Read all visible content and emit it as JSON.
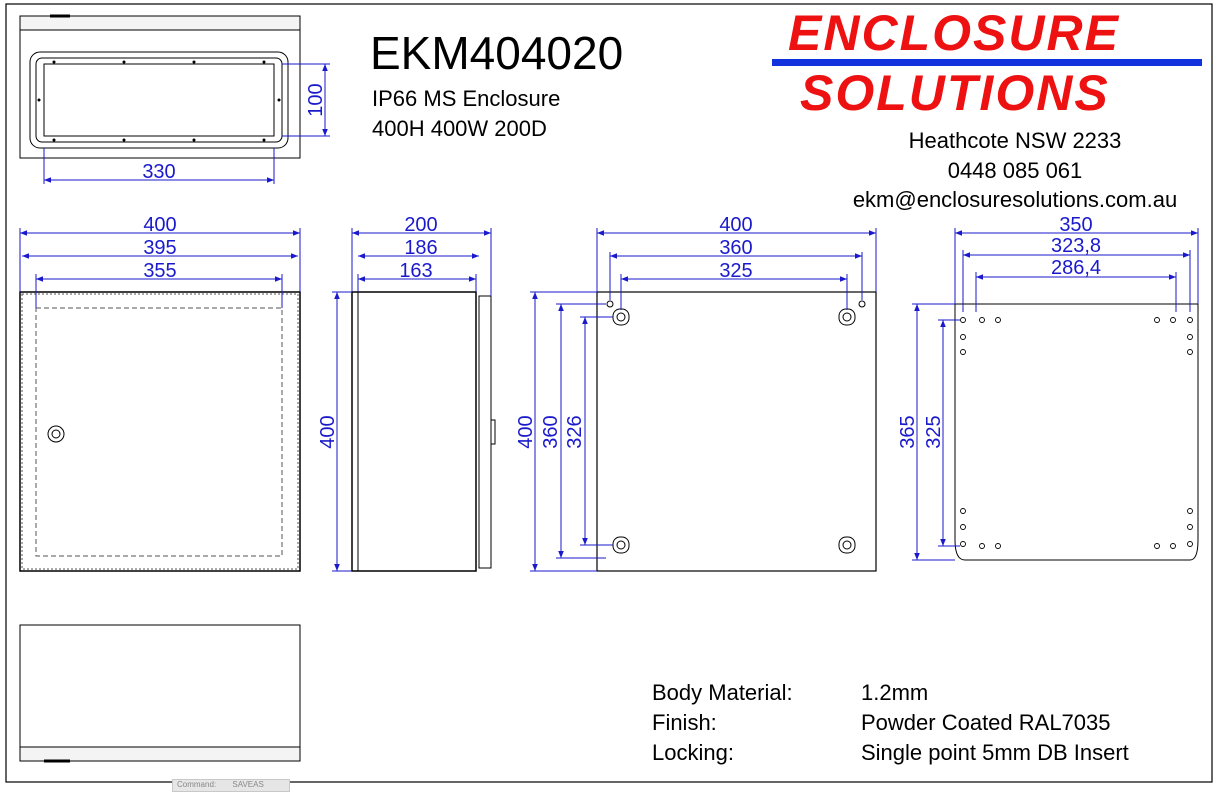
{
  "header": {
    "model": "EKM404020",
    "description": "IP66 MS Enclosure",
    "size": "400H 400W 200D"
  },
  "brand": {
    "line1": "ENCLOSURE",
    "line2": "SOLUTIONS",
    "color": "#ee1111",
    "rule_color": "#1133dd"
  },
  "contact": {
    "location": "Heathcote NSW 2233",
    "phone": "0448 085 061",
    "email": "ekm@enclosuresolutions.com.au"
  },
  "specs": [
    {
      "label": "Body Material:",
      "value": "1.2mm"
    },
    {
      "label": "Finish:",
      "value": "Powder Coated RAL7035"
    },
    {
      "label": "Locking:",
      "value": "Single point 5mm DB Insert"
    }
  ],
  "dimensions": {
    "top_width": "330",
    "top_depth": "100",
    "front_w1": "400",
    "front_w2": "395",
    "front_w3": "355",
    "side_d1": "200",
    "side_d2": "186",
    "side_d3": "163",
    "side_h": "400",
    "rear_w1": "400",
    "rear_w2": "360",
    "rear_w3": "325",
    "rear_h1": "400",
    "rear_h2": "360",
    "rear_h3": "326",
    "plate_w1": "350",
    "plate_w2": "323,8",
    "plate_w3": "286,4",
    "plate_h1": "365",
    "plate_h2": "325"
  },
  "status_bar": {
    "command_label": "Command:",
    "command_value": "SAVEAS"
  },
  "colors": {
    "dimension": "#1a1acc",
    "outline": "#000000"
  }
}
